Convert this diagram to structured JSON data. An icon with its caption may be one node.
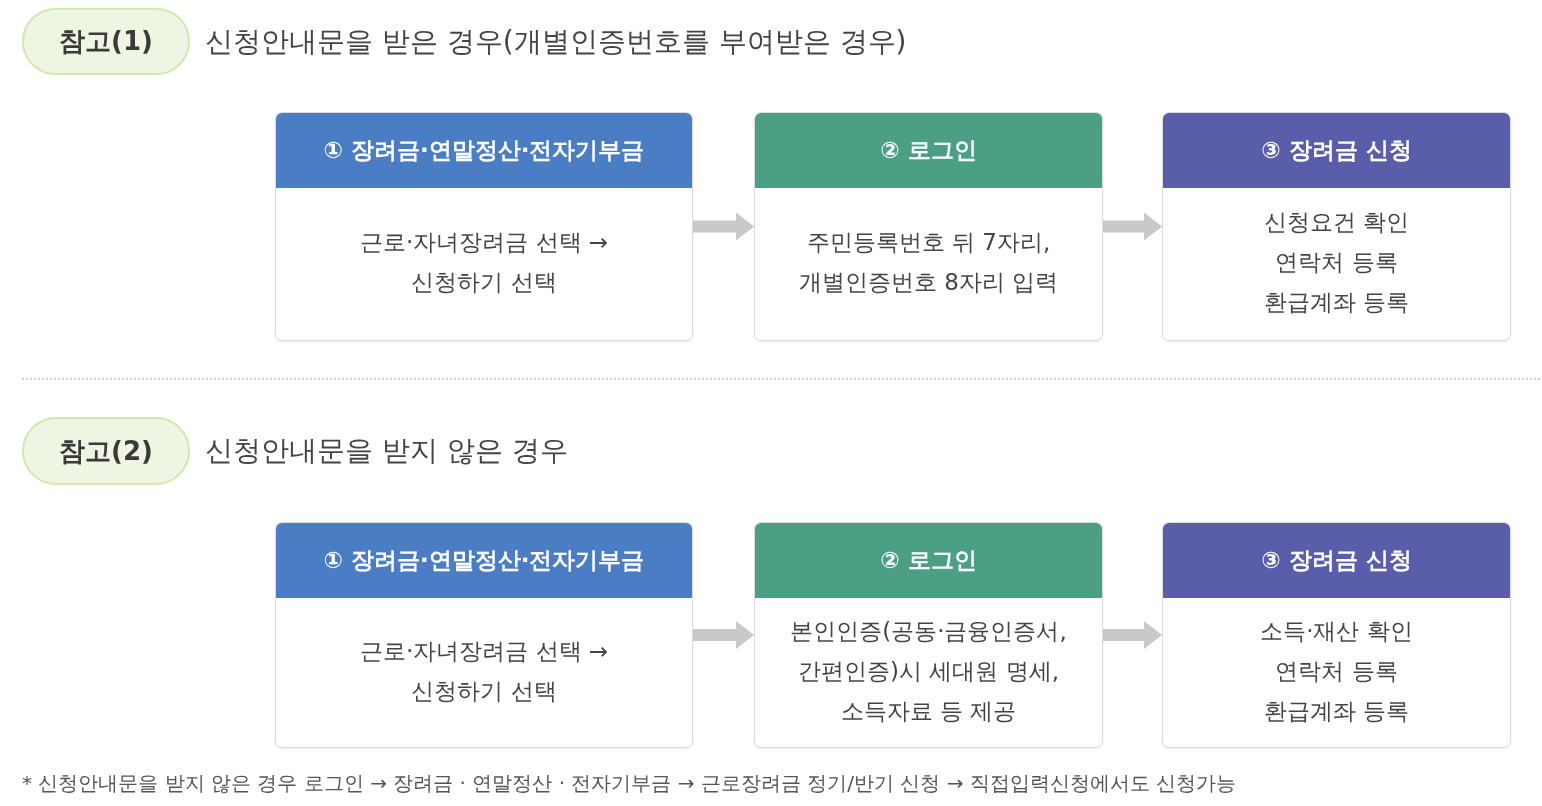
{
  "diagram": {
    "nodes": [
      {
        "text": [
          "참고(1)"
        ],
        "beside": [
          "신청안내문을 받은 경우(개별인증번호를 부여받은 경우)"
        ]
      },
      {
        "text": [
          "① 장려금·연말정산·전자기부금",
          "근로·자녀장려금 선택 → 신청하기 선택"
        ]
      },
      {
        "text": [
          "② 로그인",
          "주민등록번호 뒤 7자리, 개별인증번호 8자리 입력"
        ]
      },
      {
        "text": [
          "③ 장려금 신청",
          "신청요건 확인",
          "연락처 등록",
          "환급계좌 등록"
        ]
      },
      {
        "text": [
          "참고(2)"
        ],
        "beside": [
          "신청안내문을 받지 않은 경우"
        ]
      },
      {
        "text": [
          "① 장려금·연말정산·전자기부금",
          "근로·자녀장려금 선택 → 신청하기 선택"
        ]
      },
      {
        "text": [
          "② 로그인",
          "본인인증(공동·금융인증서, 간편인증)시 세대원 명세, 소득자료 등 제공"
        ]
      },
      {
        "text": [
          "③ 장려금 신청",
          "소득·재산 확인",
          "연락처 등록",
          "환급계좌 등록"
        ]
      }
    ],
    "edges": [
      {
        "from": 1,
        "to": 2,
        "arrow": "to"
      },
      {
        "from": 2,
        "to": 3,
        "arrow": "to"
      },
      {
        "from": 5,
        "to": 6,
        "arrow": "to"
      },
      {
        "from": 6,
        "to": 7,
        "arrow": "to"
      }
    ],
    "labels": [
      "* 신청안내문을 받지 않은 경우 로그인 → 장려금 · 연말정산 · 전자기부금 → 근로장려금 정기/반기 신청 → 직접입력신청에서도 신청가능"
    ]
  }
}
